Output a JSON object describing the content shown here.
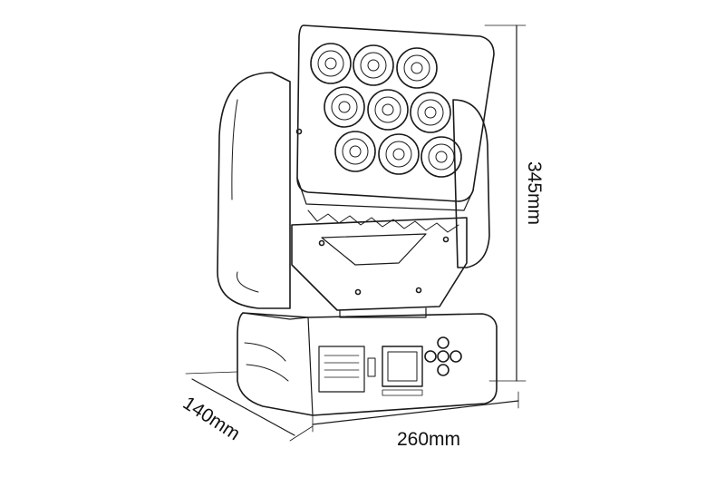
{
  "dimensions": {
    "height": "345mm",
    "width": "260mm",
    "depth": "140mm"
  },
  "fixture": {
    "lens_count": 9,
    "lens_grid": [
      3,
      3
    ]
  },
  "colors": {
    "line": "#1a1a1a",
    "background": "#ffffff"
  }
}
